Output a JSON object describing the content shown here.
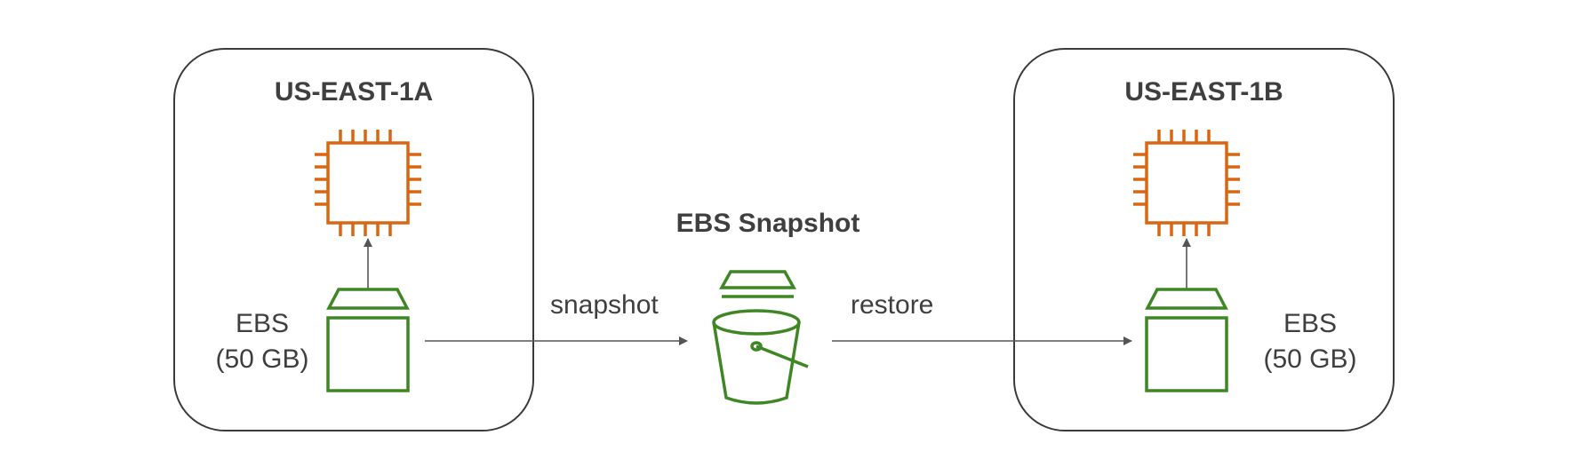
{
  "zones": [
    {
      "title": "US-EAST-1A",
      "volume_label": [
        "EBS",
        "(50 GB)"
      ]
    },
    {
      "title": "US-EAST-1B",
      "volume_label": [
        "EBS",
        "(50 GB)"
      ]
    }
  ],
  "snapshot": {
    "title": "EBS Snapshot"
  },
  "edges": {
    "snapshot_label": "snapshot",
    "restore_label": "restore"
  },
  "icons": {
    "instance": "ec2-instance-chip-icon",
    "volume": "ebs-volume-icon",
    "snapshot": "s3-bucket-icon"
  },
  "colors": {
    "instance": "#d86613",
    "storage": "#3f8624",
    "text": "#3f3f3f",
    "border": "#3a3a3a",
    "arrow": "#555555"
  }
}
